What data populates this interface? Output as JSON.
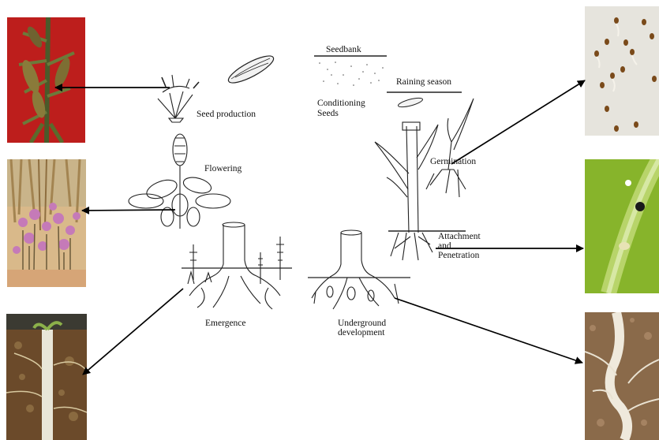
{
  "labels": {
    "seedbank": "Seedbank",
    "raining_season": "Raining season",
    "conditioning_line1": "Conditioning",
    "conditioning_line2": "Seeds",
    "seed_production": "Seed production",
    "flowering": "Flowering",
    "germination": "Germination",
    "attachment_line1": "Attachment",
    "attachment_line2": "and",
    "attachment_line3": "Penetration",
    "emergence": "Emergence",
    "underground_line1": "Underground",
    "underground_line2": "development"
  },
  "photos": {
    "seed_capsules": "seed-capsules-photo",
    "flowering_field": "flowering-field-photo",
    "emerged_shoot": "emerged-shoot-photo",
    "germinating_seeds": "germinating-seeds-photo",
    "haustorium_attachment": "haustorium-attachment-photo",
    "underground_tubercle": "underground-tubercle-photo"
  },
  "colors": {
    "arrow": "#000000",
    "line_art": "#222222"
  }
}
